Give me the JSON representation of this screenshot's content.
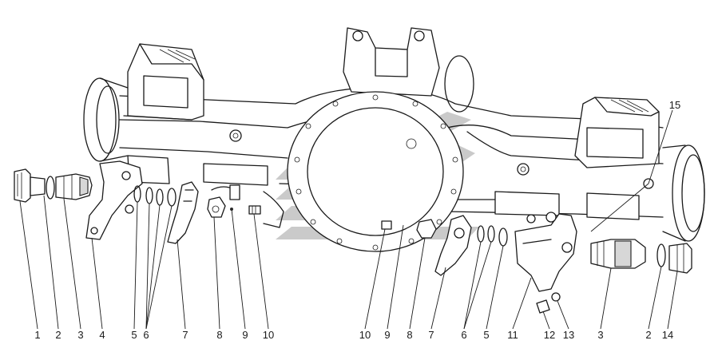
{
  "diagram": {
    "callouts_left": [
      {
        "id": "c-l-1",
        "text": "1"
      },
      {
        "id": "c-l-2",
        "text": "2"
      },
      {
        "id": "c-l-3",
        "text": "3"
      },
      {
        "id": "c-l-4",
        "text": "4"
      },
      {
        "id": "c-l-5",
        "text": "5"
      },
      {
        "id": "c-l-6",
        "text": "6"
      },
      {
        "id": "c-l-7",
        "text": "7"
      },
      {
        "id": "c-l-8",
        "text": "8"
      },
      {
        "id": "c-l-9",
        "text": "9"
      },
      {
        "id": "c-l-10",
        "text": "10"
      }
    ],
    "callouts_right": [
      {
        "id": "c-r-10",
        "text": "10"
      },
      {
        "id": "c-r-9",
        "text": "9"
      },
      {
        "id": "c-r-8",
        "text": "8"
      },
      {
        "id": "c-r-7",
        "text": "7"
      },
      {
        "id": "c-r-6",
        "text": "6"
      },
      {
        "id": "c-r-5",
        "text": "5"
      },
      {
        "id": "c-r-11",
        "text": "11"
      },
      {
        "id": "c-r-12",
        "text": "12"
      },
      {
        "id": "c-r-13",
        "text": "13"
      },
      {
        "id": "c-r-3",
        "text": "3"
      },
      {
        "id": "c-r-2",
        "text": "2"
      },
      {
        "id": "c-r-14",
        "text": "14"
      },
      {
        "id": "c-r-15",
        "text": "15"
      }
    ]
  }
}
